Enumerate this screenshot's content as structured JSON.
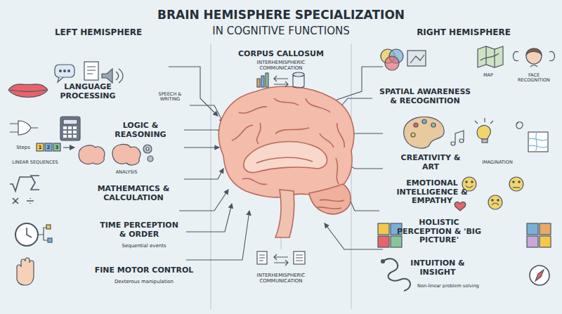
{
  "diagram": {
    "title": "BRAIN HEMISPHERE SPECIALIZATION",
    "labels": [
      "IN COGNITIVE FUNCTIONS",
      "LEFT HEMISPHERE",
      "CORPUS CALLOSUM",
      "INTERHEMISPHERIC COMMUNICATION",
      "RIGHT HEMISPHERE",
      "LANGUAGE PROCESSING",
      "SPEECH & WRITING",
      "LOGIC & REASONING",
      "Steps",
      "1",
      "2",
      "3",
      "LINEAR SEQUENCES",
      "ANALYSIS",
      "MATHEMATICS & CALCULATION",
      "TIME PERCEPTION & ORDER",
      "Sequential events",
      "FINE MOTOR CONTROL",
      "Dexterous manipulation",
      "INTERHEMISPHERIC COMMUNICATION",
      "SPATIAL AWARENESS & RECOGNITION",
      "MAP",
      "FACE RECOGNITION",
      "CREATIVITY & ART",
      "IMAGINATION",
      "EMOTIONAL INTELLIGENCE & EMPATHY",
      "HOLISTIC PERCEPTION & 'BIG PICTURE'",
      "INTUITION & INSIGHT",
      "Non-linear problem solving"
    ]
  }
}
